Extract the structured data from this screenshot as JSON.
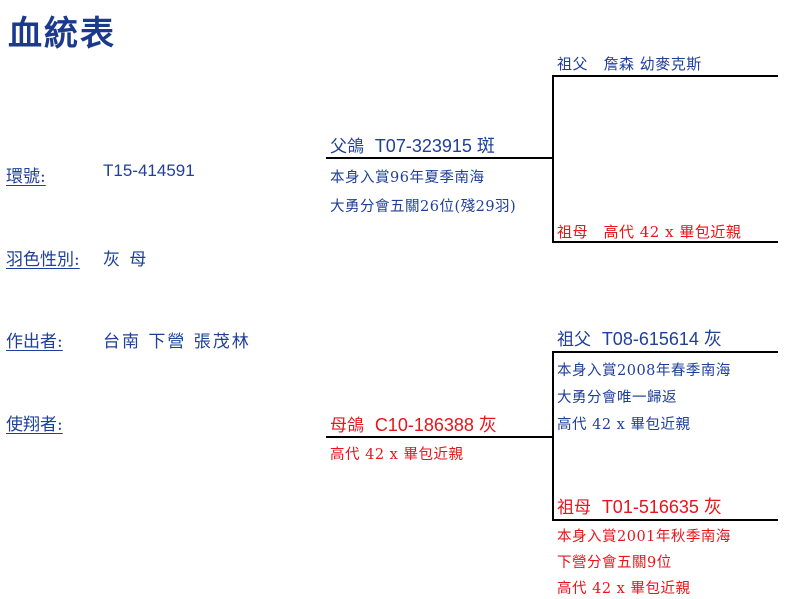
{
  "title": "血統表",
  "info": {
    "ring_label": "環號:",
    "ring_value": "T15-414591",
    "color_sex_label": "羽色性別:",
    "color_sex_value": "灰 母",
    "breeder_label": "作出者:",
    "breeder_value": "台南 下營 張茂林",
    "flyer_label": "使翔者:"
  },
  "sire": {
    "label": "父鴿",
    "ring": "T07-323915 斑",
    "notes": [
      "本身入賞96年夏季南海",
      "大勇分會五關26位(殘29羽)"
    ]
  },
  "dam": {
    "label": "母鴿",
    "ring": "C10-186388 灰",
    "notes": [
      "高代 42 x 畢包近親"
    ]
  },
  "sire_father": {
    "text": "祖父　詹森 幼麥克斯"
  },
  "sire_mother": {
    "text": "祖母　高代 42 x 畢包近親"
  },
  "dam_father": {
    "label": "祖父",
    "ring": "T08-615614 灰",
    "notes": [
      "本身入賞2008年春季南海",
      "大勇分會唯一歸返",
      "高代 42 x 畢包近親"
    ]
  },
  "dam_mother": {
    "label": "祖母",
    "ring": "T01-516635 灰",
    "notes": [
      "本身入賞2001年秋季南海",
      "下營分會五關9位",
      "高代 42 x 畢包近親"
    ]
  },
  "colors": {
    "blue": "#1f3f9a",
    "red": "#e8151b",
    "title": "#1b3a8c"
  }
}
